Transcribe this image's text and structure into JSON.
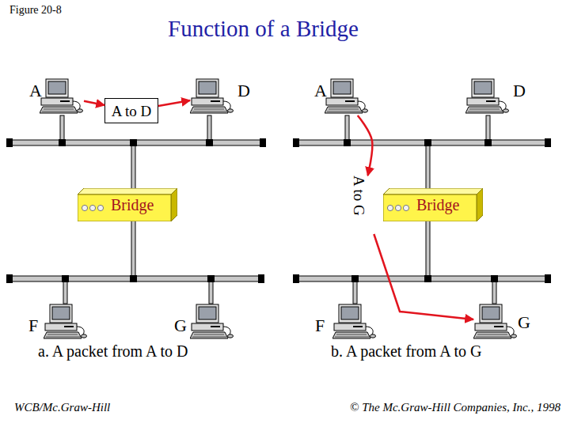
{
  "diagram": {
    "title": "Function of a Bridge",
    "nodes": [
      {
        "text": [
          "A"
        ]
      },
      {
        "text": [
          "A to D"
        ]
      },
      {
        "text": [
          "D"
        ]
      },
      {
        "text": [
          "Bridge"
        ]
      },
      {
        "text": [
          "F"
        ]
      },
      {
        "text": [
          "G"
        ]
      },
      {
        "text": [
          "A"
        ]
      },
      {
        "text": [
          "D"
        ]
      },
      {
        "text": [
          "A to G"
        ]
      },
      {
        "text": [
          "Bridge"
        ]
      },
      {
        "text": [
          "F"
        ]
      },
      {
        "text": [
          "G"
        ]
      }
    ],
    "edges": [
      {
        "from": 0,
        "to": 1,
        "arrow": "to"
      },
      {
        "from": 1,
        "to": 2,
        "arrow": "to"
      },
      {
        "from": 6,
        "to": 8,
        "arrow": "to"
      },
      {
        "from": 8,
        "to": 11,
        "arrow": "to"
      }
    ],
    "labels": [
      "Figure 20-8",
      "a. A packet from A to D",
      "b. A packet from A to G",
      "WCB/Mc.Graw-Hill",
      "© The Mc.Graw-Hill Companies, Inc., 1998"
    ]
  }
}
